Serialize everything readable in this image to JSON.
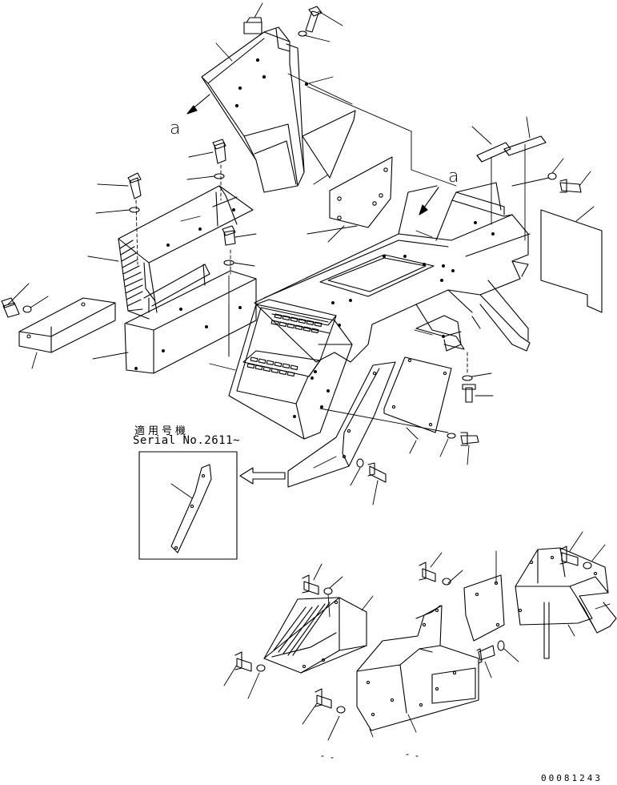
{
  "labels": {
    "ref_a_1": "a",
    "ref_a_2": "a",
    "applicable_serial_jp": "適用号機",
    "serial_no": "Serial No.2611~",
    "drawing_number": "00081243"
  },
  "icons": {
    "arrow": "left-arrow-icon"
  }
}
